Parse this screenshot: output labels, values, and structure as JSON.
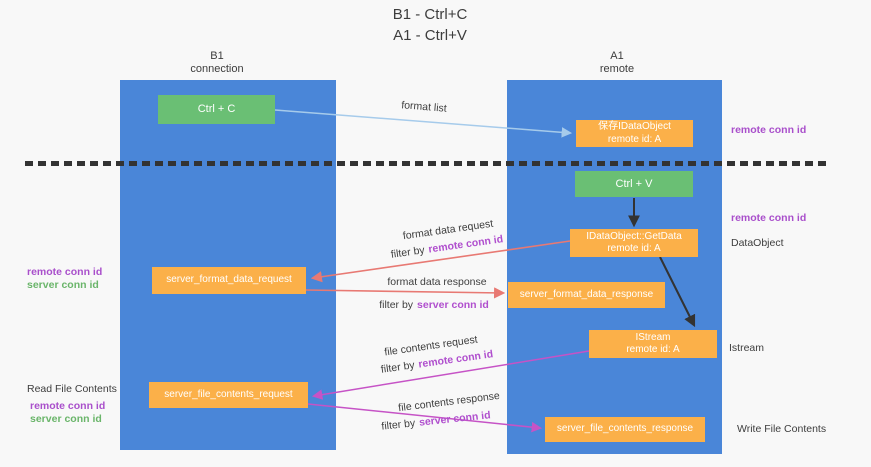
{
  "title": {
    "line1": "B1 - Ctrl+C",
    "line2": "A1 - Ctrl+V"
  },
  "columns": {
    "left": {
      "header_line1": "B1",
      "header_line2": "connection"
    },
    "right": {
      "header_line1": "A1",
      "header_line2": "remote"
    }
  },
  "boxes": {
    "ctrl_c": "Ctrl + C",
    "ctrl_v": "Ctrl + V",
    "save_idataobject": {
      "line1": "保存IDataObject",
      "line2": "remote id: A"
    },
    "getdata": {
      "line1": "IDataObject::GetData",
      "line2": "remote id: A"
    },
    "istream": {
      "line1": "IStream",
      "line2": "remote id: A"
    },
    "server_format_data_request": "server_format_data_request",
    "server_format_data_response": "server_format_data_response",
    "server_file_contents_request": "server_file_contents_request",
    "server_file_contents_response": "server_file_contents_response"
  },
  "side_labels": {
    "remote_conn_id": "remote conn id",
    "server_conn_id": "server conn id",
    "dataobject": "DataObject",
    "istream": "Istream",
    "read_file_contents": "Read File Contents",
    "write_file_contents": "Write File Contents"
  },
  "arrow_labels": {
    "format_list": "format list",
    "format_data_request": "format data request",
    "format_data_response": "format data response",
    "file_contents_request": "file contents request",
    "file_contents_response": "file contents response",
    "filter_by": "filter by",
    "remote_conn_id": "remote conn id",
    "server_conn_id": "server conn id"
  },
  "colors": {
    "lifeline_blue": "#4a86d8",
    "box_orange": "#fbb049",
    "box_green": "#6abf74",
    "label_purple": "#a94fcb",
    "label_green": "#6ab56a",
    "arrow_salmon": "#e87973",
    "arrow_magenta": "#c653c6",
    "arrow_lightblue": "#a6cbeb",
    "arrow_black": "#333333",
    "dash_line": "#333333",
    "background": "#f8f8f8"
  }
}
